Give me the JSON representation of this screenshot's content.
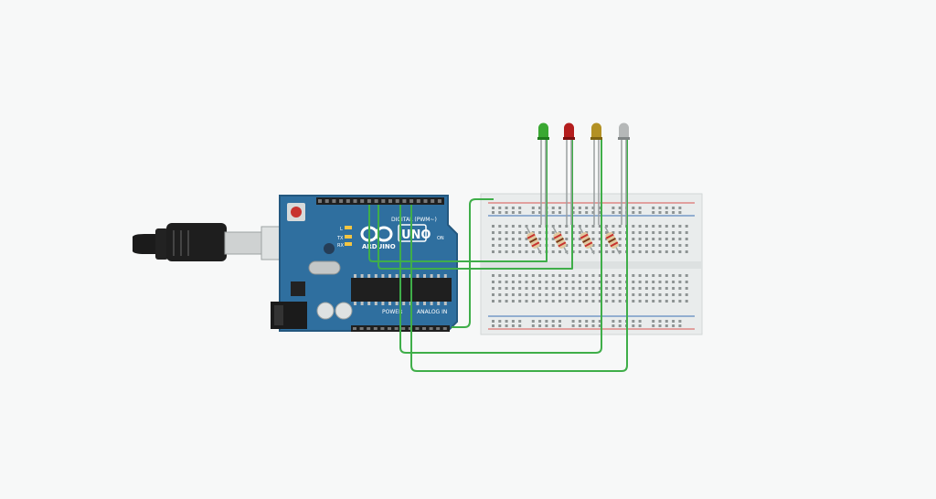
{
  "board": {
    "brand_label": "ARDUINO",
    "model_label": "UNO",
    "digital_label": "DIGITAL (PWM~)",
    "power_label": "POWER",
    "analog_label": "ANALOG IN",
    "tx_label": "TX",
    "rx_label": "RX",
    "l_label": "L",
    "on_label": "ON"
  },
  "leds": [
    {
      "color_name": "green",
      "body": "#3aa832",
      "dark": "#1f7a1c"
    },
    {
      "color_name": "red",
      "body": "#b41e1e",
      "dark": "#7a1010"
    },
    {
      "color_name": "yellow",
      "body": "#b39124",
      "dark": "#7e6412"
    },
    {
      "color_name": "white",
      "body": "#b5b8b8",
      "dark": "#808585"
    }
  ],
  "colors": {
    "canvas": "#f7f8f8",
    "board": "#2f6f9f",
    "board_edge": "#24587f",
    "wire": "#3fae49",
    "breadboard": "#e9ecec",
    "rail_red": "#d9534f",
    "rail_blue": "#3c6fb3"
  },
  "icons": [
    "usb-cable-icon",
    "arduino-infinity-logo-icon",
    "dc-jack-icon",
    "reset-button-icon"
  ]
}
